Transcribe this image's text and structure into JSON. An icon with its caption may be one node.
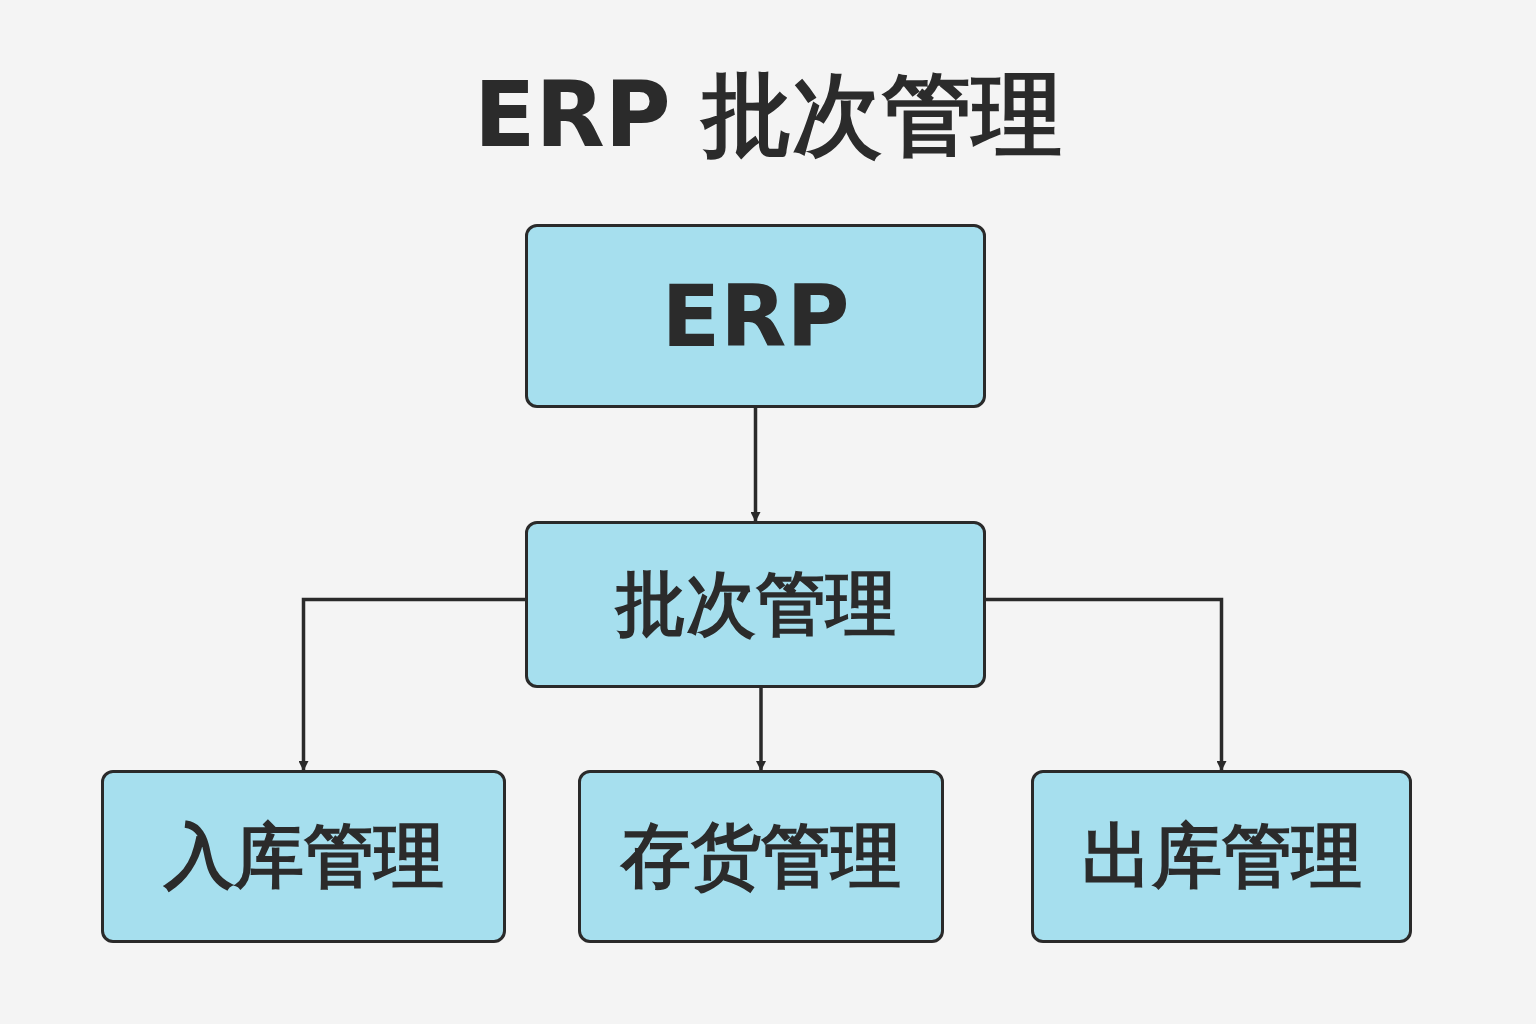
{
  "diagram": {
    "title": "ERP 批次管理",
    "nodes": [
      {
        "text": [
          "ERP"
        ]
      },
      {
        "text": [
          "批次管理"
        ]
      },
      {
        "text": [
          "入库管理"
        ]
      },
      {
        "text": [
          "存货管理"
        ]
      },
      {
        "text": [
          "出库管理"
        ]
      }
    ],
    "edges": [
      {
        "from": 0,
        "to": 1,
        "arrow": "to"
      },
      {
        "from": 1,
        "to": 2,
        "arrow": "to"
      },
      {
        "from": 1,
        "to": 3,
        "arrow": "to"
      },
      {
        "from": 1,
        "to": 4,
        "arrow": "to"
      }
    ]
  }
}
